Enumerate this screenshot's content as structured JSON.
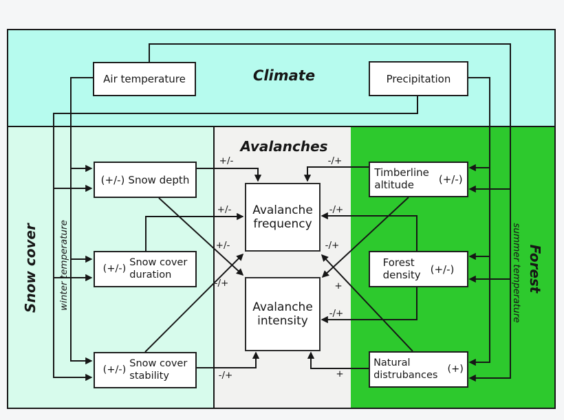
{
  "regions": {
    "climate": {
      "label": "Climate",
      "color": "#b6fbee"
    },
    "snow_cover": {
      "label": "Snow cover",
      "color": "#d7fbec"
    },
    "avalanches": {
      "label": "Avalanches",
      "color": "#f2f2f0"
    },
    "forest": {
      "label": "Forest",
      "color": "#2dc92d"
    }
  },
  "rotated_labels": {
    "winter_temperature": "winter temperature",
    "summer_temperature": "summer temperature"
  },
  "nodes": {
    "air_temperature": {
      "label": "Air temperature"
    },
    "precipitation": {
      "label": "Precipitation"
    },
    "snow_depth": {
      "prefix": "(+/-)",
      "label": "Snow depth"
    },
    "snow_cover_duration": {
      "prefix": "(+/-)",
      "line1": "Snow cover",
      "line2": "duration"
    },
    "snow_cover_stability": {
      "prefix": "(+/-)",
      "line1": "Snow cover",
      "line2": "stability"
    },
    "avalanche_frequency": {
      "line1": "Avalanche",
      "line2": "frequency"
    },
    "avalanche_intensity": {
      "line1": "Avalanche",
      "line2": "intensity"
    },
    "timberline_altitude": {
      "line1": "Timberline",
      "line2": "altitude",
      "suffix": "(+/-)"
    },
    "forest_density": {
      "line1": "Forest",
      "line2": "density",
      "suffix": "(+/-)"
    },
    "natural_disturbances": {
      "line1": "Natural",
      "line2": "distrubances",
      "suffix": "(+)"
    }
  },
  "edges": {
    "snow_depth_to_frequency": "+/-",
    "timberline_to_frequency": "-/+",
    "duration_to_frequency": "+/-",
    "density_to_frequency": "-/+",
    "stability_to_frequency": "+/-",
    "disturbances_to_frequency": "-/+",
    "snow_depth_to_intensity": "-/+",
    "timberline_to_intensity": "+",
    "density_to_intensity": "-/+",
    "stability_to_intensity": "-/+",
    "disturbances_to_intensity": "+"
  }
}
